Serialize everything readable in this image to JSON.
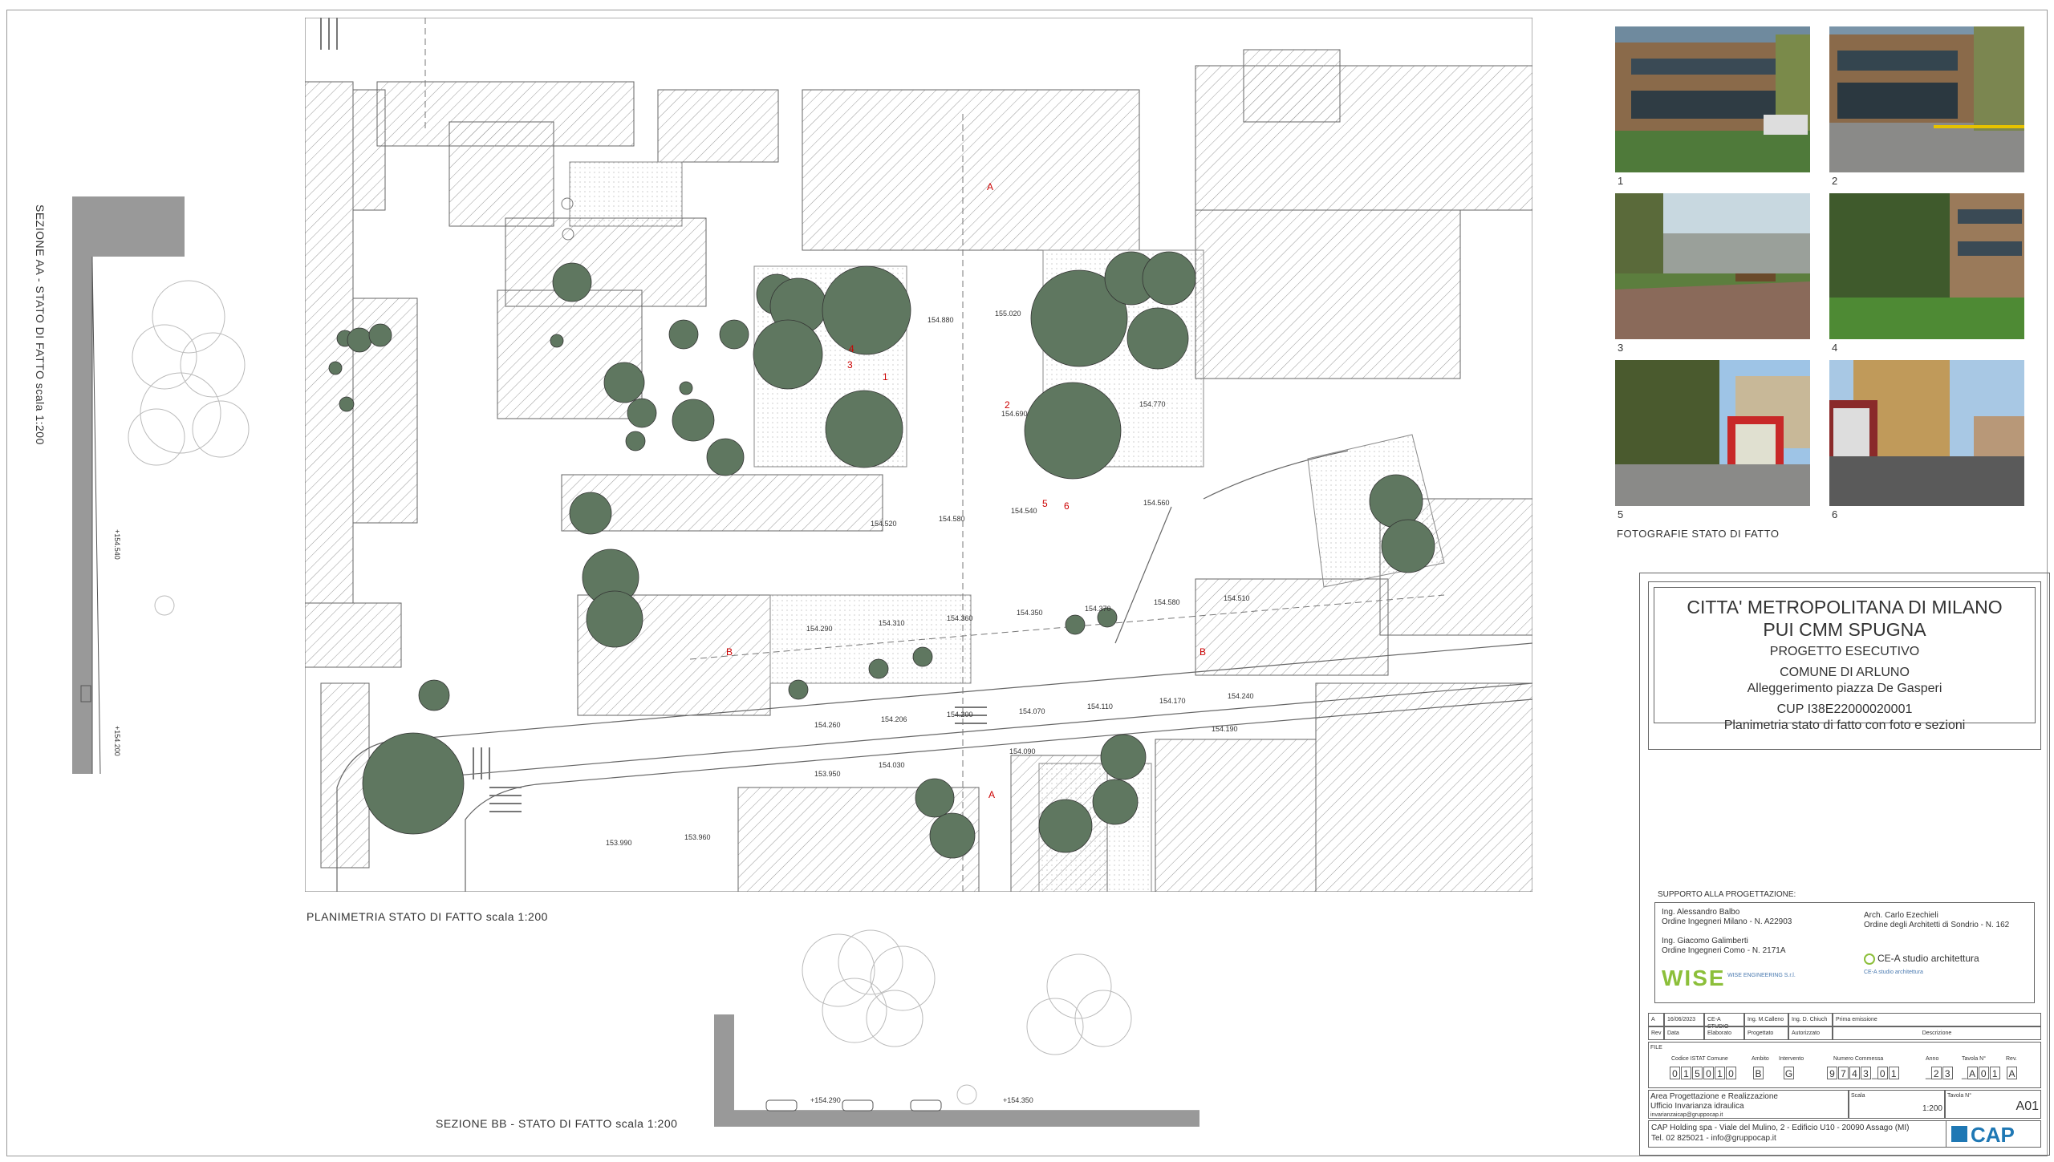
{
  "sections": {
    "aa_label": "SEZIONE AA - STATO DI FATTO scala 1:200",
    "bb_label": "SEZIONE BB - STATO DI FATTO scala 1:200",
    "plan_label": "PLANIMETRIA STATO DI FATTO scala 1:200",
    "aa_levels": [
      "+154.540",
      "+154.200"
    ],
    "bb_levels": [
      "+154.290",
      "+154.350"
    ]
  },
  "plan": {
    "elevations": [
      "154.880",
      "155.020",
      "154.690",
      "154.770",
      "154.520",
      "154.580",
      "154.540",
      "154.560",
      "154.290",
      "154.310",
      "154.360",
      "154.350",
      "154.370",
      "154.580",
      "154.510",
      "154.260",
      "154.206",
      "154.200",
      "154.070",
      "154.110",
      "154.170",
      "154.240",
      "154.190",
      "154.030",
      "153.950",
      "154.090",
      "153.960",
      "153.990"
    ],
    "marks": [
      "A",
      "A",
      "B",
      "B",
      "1",
      "2",
      "3",
      "4",
      "5",
      "6"
    ]
  },
  "photos": {
    "caption": "FOTOGRAFIE STATO DI FATTO",
    "items": [
      {
        "num": "1"
      },
      {
        "num": "2"
      },
      {
        "num": "3"
      },
      {
        "num": "4"
      },
      {
        "num": "5"
      },
      {
        "num": "6"
      }
    ]
  },
  "titleblock": {
    "title1": "CITTA' METROPOLITANA DI MILANO",
    "title2": "PUI CMM SPUGNA",
    "phase": "PROGETTO ESECUTIVO",
    "comune": "COMUNE DI ARLUNO",
    "subject": "Alleggerimento piazza De Gasperi",
    "cup": "CUP I38E22000020001",
    "drawing": "Planimetria stato di fatto con foto e sezioni",
    "support_label": "SUPPORTO ALLA PROGETTAZIONE:",
    "eng1": "Ing. Alessandro Balbo",
    "eng1_reg": "Ordine Ingegneri Milano - N. A22903",
    "eng2": "Ing. Giacomo Galimberti",
    "eng2_reg": "Ordine Ingegneri Como - N. 2171A",
    "arch": "Arch. Carlo Ezechieli",
    "arch_reg": "Ordine degli Architetti di Sondrio - N. 162",
    "wise_logo": "WISE",
    "wise_text": "WISE ENGINEERING S.r.l.",
    "ce_logo": "CE-A studio architettura",
    "ce_text": "CE-A studio architettura",
    "rev": {
      "rev": "A",
      "date": "16/06/2023",
      "drawn": "CE-A STUDIO",
      "designed": "Ing. M.Calleno",
      "approved": "Ing. D. Chiuch",
      "desc": "Prima emissione"
    },
    "rev_headers": [
      "Rev",
      "Data",
      "Elaborato",
      "Progettato",
      "Autorizzato",
      "Descrizione"
    ],
    "file_label": "FILE",
    "code_headers": [
      "Codice ISTAT Comune",
      "Ambito",
      "Intervento",
      "Numero Commessa",
      "Anno",
      "Tavola N°",
      "Rev."
    ],
    "code_istat": [
      "0",
      "1",
      "5",
      "0",
      "1",
      "0"
    ],
    "code_ambito": [
      "B"
    ],
    "code_intervento": [
      "G"
    ],
    "code_commessa": [
      "9",
      "7",
      "4",
      "3",
      "0",
      "1"
    ],
    "code_anno": [
      "2",
      "3"
    ],
    "code_tavola": [
      "A",
      "0",
      "1"
    ],
    "code_rev": [
      "A"
    ],
    "area1": "Area Progettazione e Realizzazione",
    "area2": "Ufficio Invarianza idraulica",
    "area3": "invarianzaicap@gruppocap.it",
    "scale_label": "Scala",
    "scale_value": "1:200",
    "tavola_label": "Tavola N°",
    "tavola_value": "A01",
    "company": "CAP Holding spa - Viale del Mulino, 2 - Edificio U10 - 20090 Assago (MI)",
    "company_contact": "Tel. 02 825021 - info@gruppocap.it",
    "cap_logo": "CAP"
  },
  "colors": {
    "tree": "#5f7760",
    "hatch": "#888",
    "line": "#555"
  }
}
